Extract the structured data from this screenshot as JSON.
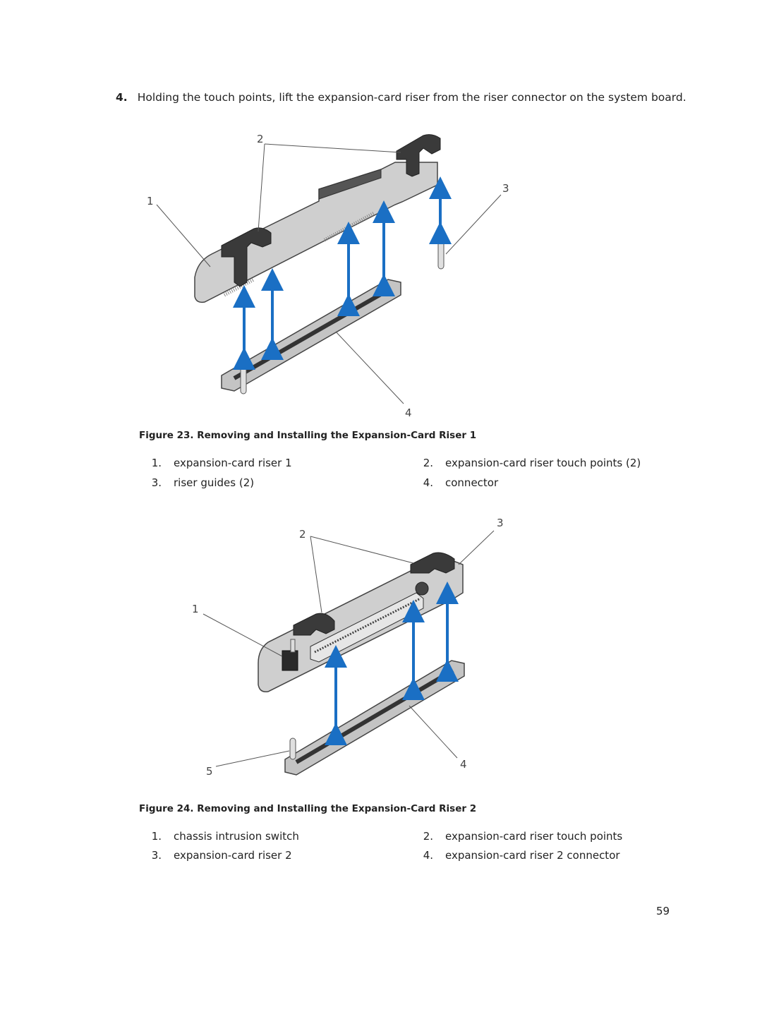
{
  "step": {
    "number": "4.",
    "text": "Holding the touch points, lift the expansion-card riser from the riser connector on the system board."
  },
  "figure1": {
    "caption": "Figure 23. Removing and Installing the Expansion-Card Riser 1",
    "callouts": [
      "1",
      "2",
      "3",
      "4"
    ],
    "legend": [
      {
        "num": "1.",
        "text": "expansion-card riser 1"
      },
      {
        "num": "2.",
        "text": "expansion-card riser touch points (2)"
      },
      {
        "num": "3.",
        "text": "riser guides (2)"
      },
      {
        "num": "4.",
        "text": "connector"
      }
    ]
  },
  "figure2": {
    "caption": "Figure 24. Removing and Installing the Expansion-Card Riser 2",
    "callouts": [
      "1",
      "2",
      "3",
      "4",
      "5"
    ],
    "legend": [
      {
        "num": "1.",
        "text": "chassis intrusion switch"
      },
      {
        "num": "2.",
        "text": "expansion-card riser touch points"
      },
      {
        "num": "3.",
        "text": "expansion-card riser 2"
      },
      {
        "num": "4.",
        "text": "expansion-card riser 2 connector"
      }
    ]
  },
  "page_number": "59",
  "colors": {
    "arrow": "#1a6fc4",
    "riser": "#c8c8c8",
    "touch_point": "#2e2e2e",
    "connector": "#bdbdbd"
  }
}
